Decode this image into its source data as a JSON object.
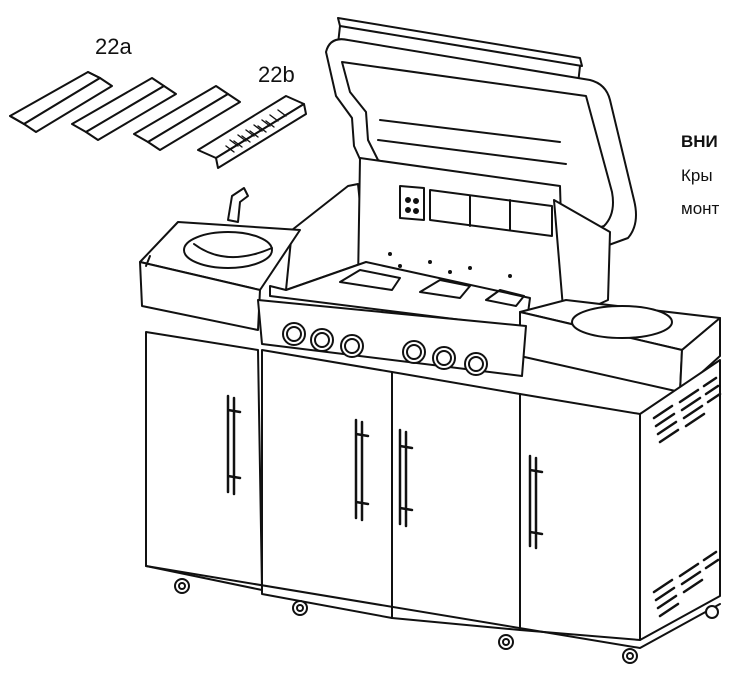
{
  "labels": {
    "part_a": "22a",
    "part_b": "22b"
  },
  "note": {
    "title": "ВНИ",
    "line1": "Кры",
    "line2": "монт"
  },
  "colors": {
    "line": "#111111",
    "background": "#ffffff"
  }
}
